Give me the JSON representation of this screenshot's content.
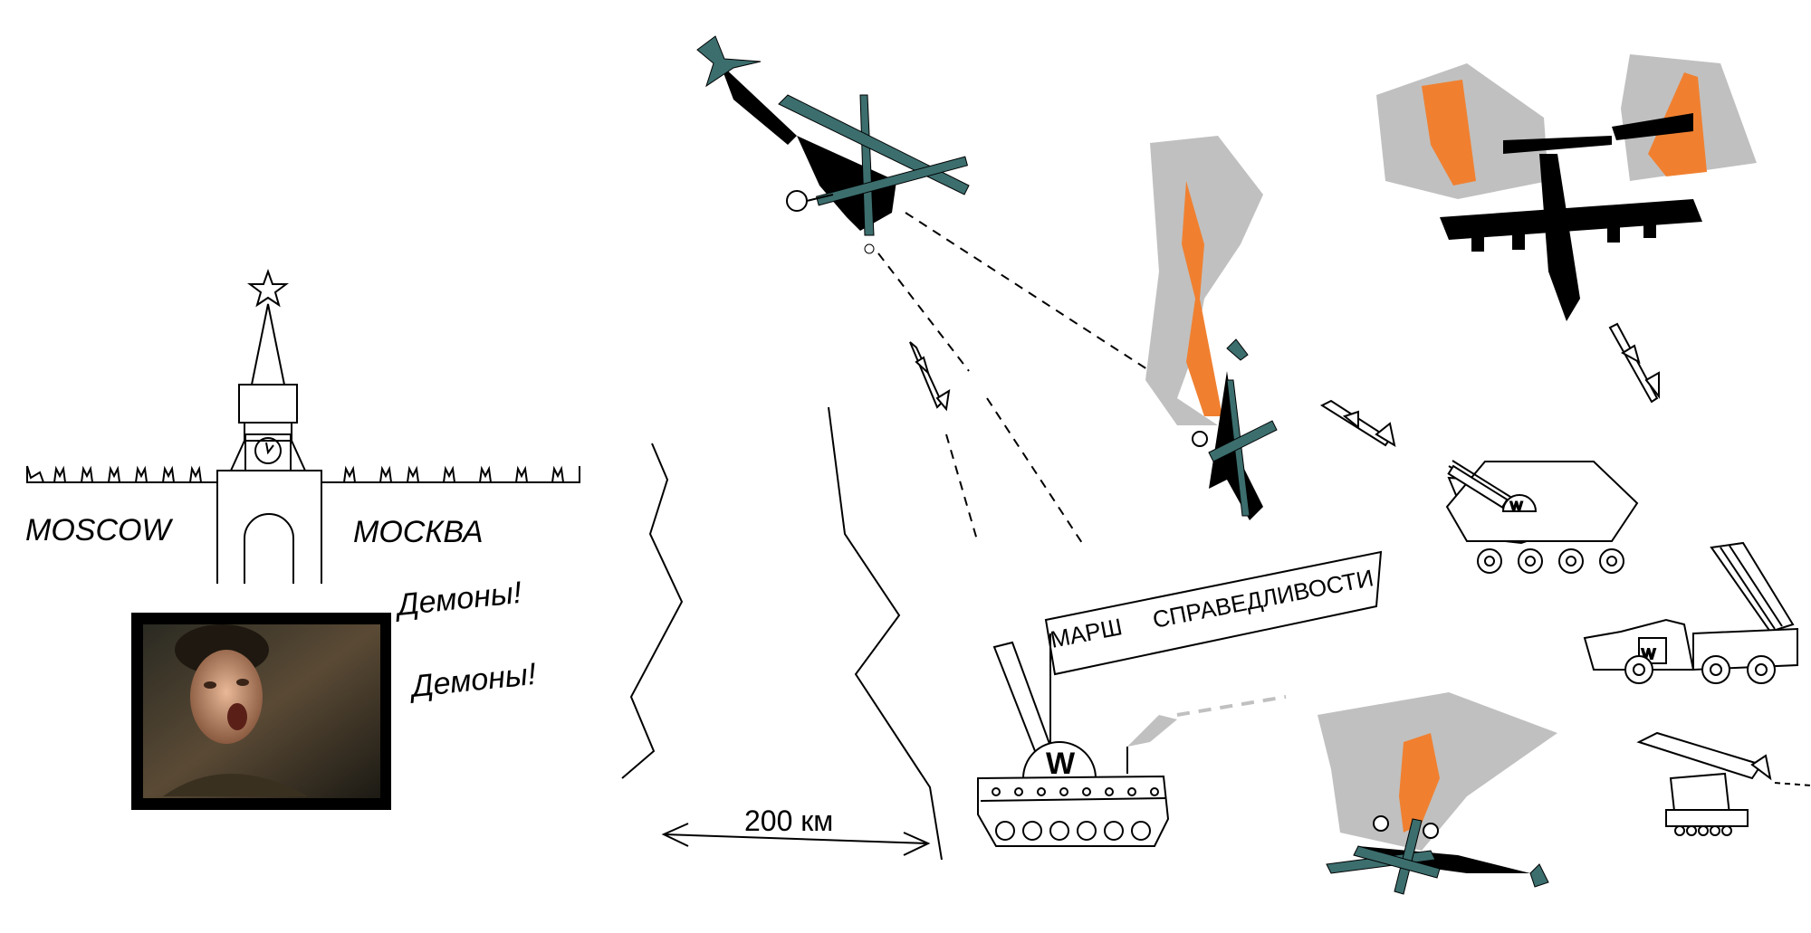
{
  "labels": {
    "moscow_en": "MOSCOW",
    "moscow_ru": "МОСКВА",
    "demons_1": "Демоны!",
    "demons_2": "Демоны!",
    "banner_word_1": "МАРШ",
    "banner_word_2": "СПРАВЕДЛИВОСТИ",
    "distance": "200 км",
    "tank_emblem": "W",
    "apc_emblem": "W",
    "truck_emblem": "W"
  },
  "colors": {
    "rotor_teal": "#3c6e6e",
    "fire_orange": "#f08030",
    "smoke_gray": "#c0c0c0",
    "ink": "#000000",
    "photo_frame": "#000000"
  },
  "icons": [
    "kremlin-tower-icon",
    "helicopter-icon",
    "missile-icon",
    "transport-plane-icon",
    "tank-icon",
    "apc-icon",
    "rocket-launcher-truck-icon",
    "portrait-photo"
  ]
}
